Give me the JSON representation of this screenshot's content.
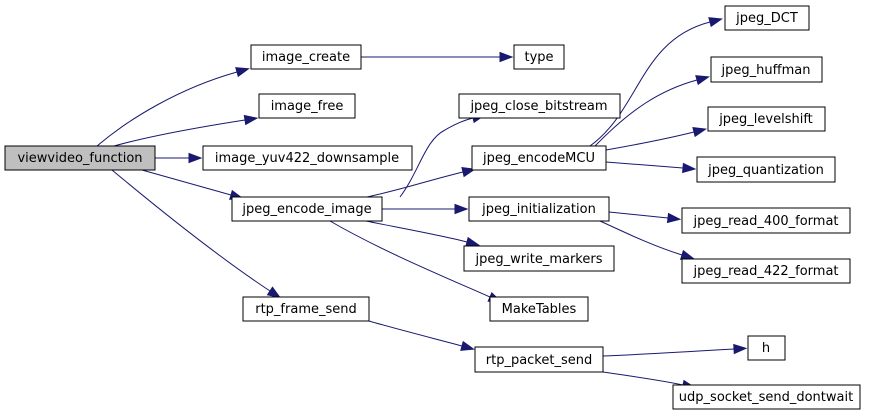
{
  "colors": {
    "root_fill": "#bfbfbf",
    "node_fill": "#ffffff",
    "node_stroke": "#000000",
    "edge": "#191970"
  },
  "nodes": {
    "viewvideo_function": "viewvideo_function",
    "image_create": "image_create",
    "image_free": "image_free",
    "image_yuv422_downsample": "image_yuv422_downsample",
    "jpeg_encode_image": "jpeg_encode_image",
    "rtp_frame_send": "rtp_frame_send",
    "type": "type",
    "jpeg_close_bitstream": "jpeg_close_bitstream",
    "jpeg_encodeMCU": "jpeg_encodeMCU",
    "jpeg_initialization": "jpeg_initialization",
    "jpeg_write_markers": "jpeg_write_markers",
    "MakeTables": "MakeTables",
    "rtp_packet_send": "rtp_packet_send",
    "jpeg_DCT": "jpeg_DCT",
    "jpeg_huffman": "jpeg_huffman",
    "jpeg_levelshift": "jpeg_levelshift",
    "jpeg_quantization": "jpeg_quantization",
    "jpeg_read_400_format": "jpeg_read_400_format",
    "jpeg_read_422_format": "jpeg_read_422_format",
    "h": "h",
    "udp_socket_send_dontwait": "udp_socket_send_dontwait"
  },
  "edges": [
    [
      "viewvideo_function",
      "image_create"
    ],
    [
      "viewvideo_function",
      "image_free"
    ],
    [
      "viewvideo_function",
      "image_yuv422_downsample"
    ],
    [
      "viewvideo_function",
      "jpeg_encode_image"
    ],
    [
      "viewvideo_function",
      "rtp_frame_send"
    ],
    [
      "image_create",
      "type"
    ],
    [
      "jpeg_encode_image",
      "jpeg_close_bitstream"
    ],
    [
      "jpeg_encode_image",
      "jpeg_encodeMCU"
    ],
    [
      "jpeg_encode_image",
      "jpeg_initialization"
    ],
    [
      "jpeg_encode_image",
      "jpeg_write_markers"
    ],
    [
      "jpeg_encode_image",
      "MakeTables"
    ],
    [
      "jpeg_encodeMCU",
      "jpeg_DCT"
    ],
    [
      "jpeg_encodeMCU",
      "jpeg_huffman"
    ],
    [
      "jpeg_encodeMCU",
      "jpeg_levelshift"
    ],
    [
      "jpeg_encodeMCU",
      "jpeg_quantization"
    ],
    [
      "jpeg_initialization",
      "jpeg_read_400_format"
    ],
    [
      "jpeg_initialization",
      "jpeg_read_422_format"
    ],
    [
      "rtp_frame_send",
      "rtp_packet_send"
    ],
    [
      "rtp_packet_send",
      "h"
    ],
    [
      "rtp_packet_send",
      "udp_socket_send_dontwait"
    ]
  ]
}
